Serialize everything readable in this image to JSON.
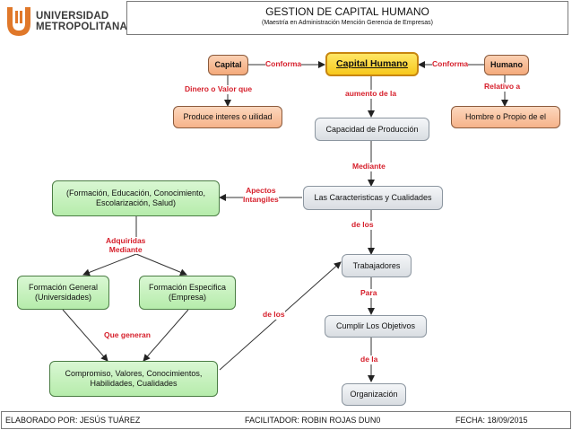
{
  "header": {
    "logo_text_line1": "UNIVERSIDAD",
    "logo_text_line2": "METROPOLITANA",
    "title": "GESTION DE CAPITAL HUMANO",
    "subtitle": "(Maestría en Administración Mención Gerencia de Empresas)"
  },
  "nodes": {
    "capital": "Capital",
    "capital_humano": "Capital Humano",
    "humano": "Humano",
    "produce": "Produce interes o uilidad",
    "hombre": "Hombre o Propio de el",
    "capacidad": "Capacidad de Producción",
    "caracteristicas": "Las Caracteristicas y Cualidades",
    "formacion": "(Formación, Educación, Conocimiento, Escolarización, Salud)",
    "formacion_general": "Formación General (Universidades)",
    "formacion_especifica": "Formación Especifica (Empresa)",
    "trabajadores": "Trabajadores",
    "cumplir": "Cumplir Los Objetivos",
    "compromiso": "Compromiso,  Valores, Conocimientos, Habilidades, Cualidades",
    "organizacion": "Organización"
  },
  "labels": {
    "conforma_left": "Conforma",
    "conforma_right": "Conforma",
    "dinero": "Dinero o Valor que",
    "relativo": "Relativo a",
    "aumento": "aumento de la",
    "mediante": "Mediante",
    "aspectos": "Apectos\nIntangiles",
    "adquiridas": "Adquiridas\nMediante",
    "de_los_1": "de los",
    "que_generan": "Que generan",
    "de_los_2": "de los",
    "para": "Para",
    "de_la": "de la"
  },
  "footer": {
    "author": "ELABORADO POR: JESÚS TUÁREZ",
    "facilitator": "FACILITADOR: ROBIN ROJAS DUN0",
    "date": "FECHA: 18/09/2015"
  },
  "colors": {
    "label_red": "#d61f2b",
    "main_yellow": "#f7c81c",
    "orange": "#f4a97a",
    "green": "#b6ecab",
    "grey": "#d9dde2"
  }
}
